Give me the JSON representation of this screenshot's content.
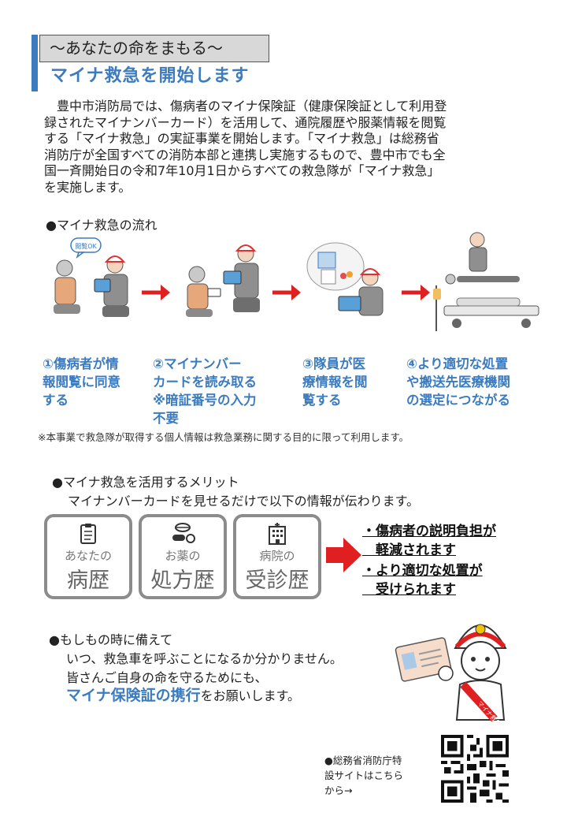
{
  "header": {
    "subtitle": "～あなたの命をまもる～",
    "title": "マイナ救急を開始します"
  },
  "intro": {
    "lines": [
      "　豊中市消防局では、傷病者のマイナ保険証（健康保険証として利用登",
      "録されたマイナンバーカード）を活用して、通院履歴や服薬情報を閲覧",
      "する「マイナ救急」の実証事業を開始します。「マイナ救急」は総務省",
      "消防庁が全国すべての消防本部と連携し実施するもので、豊中市でも全",
      "国一斉開始日の令和7年10月1日からすべての救急隊が「マイナ救急」",
      "を実施します。"
    ]
  },
  "flow": {
    "heading": "●マイナ救急の流れ",
    "bubble_text": "閲覧OK",
    "steps": [
      {
        "lines": [
          "①傷病者が情",
          "報閲覧に同意",
          "する"
        ]
      },
      {
        "lines": [
          "②マイナンバー",
          "カードを読み取る",
          "※暗証番号の入力",
          "不要"
        ]
      },
      {
        "lines": [
          "③隊員が医",
          "療情報を閲",
          "覧する"
        ]
      },
      {
        "lines": [
          "④より適切な処置",
          "や搬送先医療機関",
          "の選定につながる"
        ]
      }
    ],
    "note": "※本事業で救急隊が取得する個人情報は救急業務に関する目的に限って利用します。"
  },
  "merits": {
    "heading": "●マイナ救急を活用するメリット",
    "sub": "マイナンバーカードを見せるだけで以下の情報が伝わります。",
    "cards": [
      {
        "small": "あなたの",
        "big": "病歴"
      },
      {
        "small": "お薬の",
        "big": "処方歴"
      },
      {
        "small": "病院の",
        "big": "受診歴"
      }
    ],
    "benefits": [
      {
        "lines": [
          "・傷病者の説明負担が",
          "　軽減されます"
        ]
      },
      {
        "lines": [
          "・より適切な処置が",
          "　受けられます"
        ]
      }
    ]
  },
  "prepare": {
    "heading": "●もしもの時に備えて",
    "line1": "いつ、救急車を呼ぶことになるか分かりません。",
    "line2": "皆さんご自身の命を守るためにも、",
    "emphasis": "マイナ保険証の携行",
    "suffix": "をお願いします。",
    "mascot_sash": "マイナ救急"
  },
  "qr": {
    "lines": [
      "●総務省消防庁特",
      "設サイトはこちら",
      "から→"
    ]
  },
  "colors": {
    "accent_blue": "#3b7cc0",
    "arrow_red": "#e02020",
    "card_gray": "#8c8c8c"
  }
}
